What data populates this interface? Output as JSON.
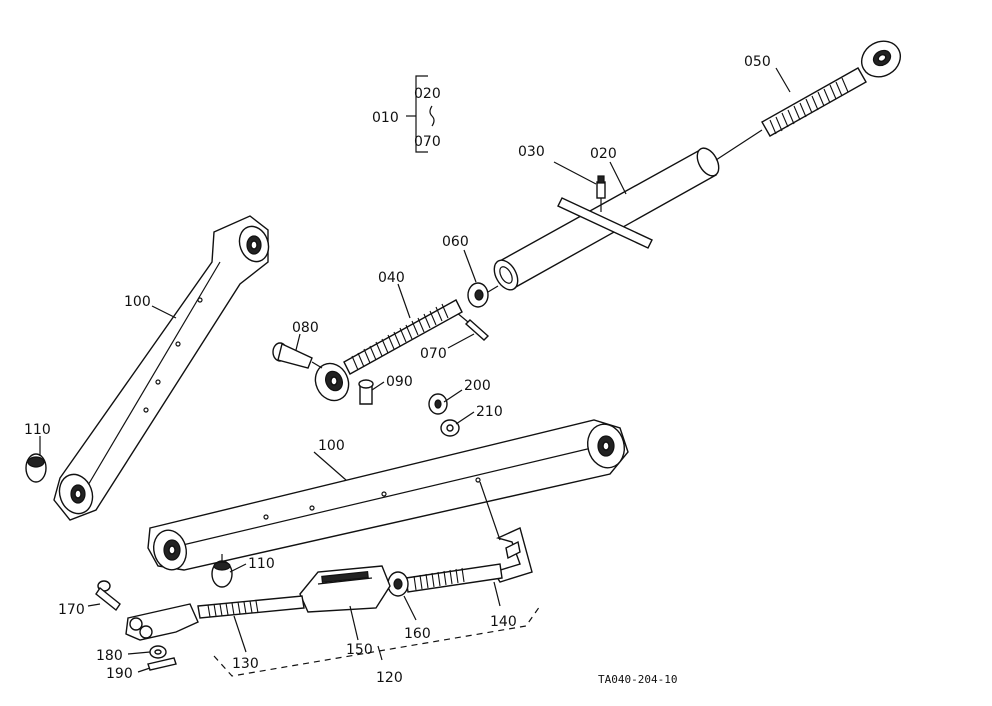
{
  "callouts": {
    "p010": "010",
    "p020_group": "020",
    "p070_group": "070",
    "p020": "020",
    "p030": "030",
    "p040": "040",
    "p050": "050",
    "p060": "060",
    "p070": "070",
    "p080": "080",
    "p090": "090",
    "p100_upper": "100",
    "p100_lower": "100",
    "p110_upper": "110",
    "p110_lower": "110",
    "p120": "120",
    "p130": "130",
    "p140": "140",
    "p150": "150",
    "p160": "160",
    "p170": "170",
    "p180": "180",
    "p190": "190",
    "p200": "200",
    "p210": "210"
  },
  "drawing_code": "TA040-204-10"
}
